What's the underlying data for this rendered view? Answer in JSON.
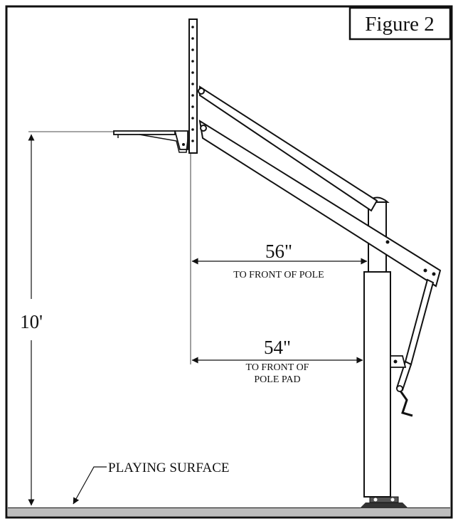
{
  "figure_label": "Figure 2",
  "height_label": "10'",
  "dim_upper": {
    "value": "56\"",
    "note": "TO FRONT OF POLE"
  },
  "dim_lower": {
    "value": "54\"",
    "note_line1": "TO FRONT OF",
    "note_line2": "POLE PAD"
  },
  "surface_label": "PLAYING SURFACE"
}
